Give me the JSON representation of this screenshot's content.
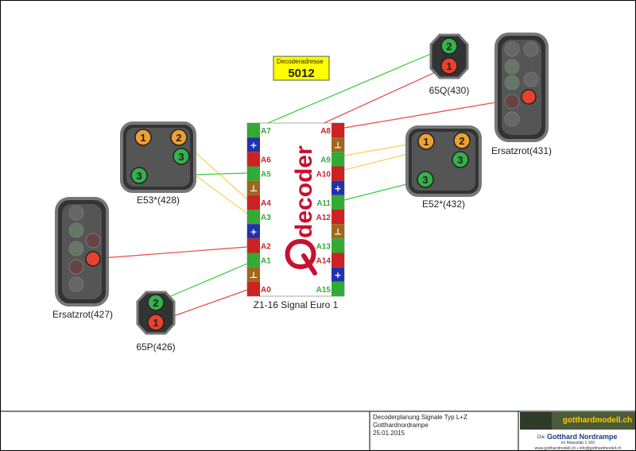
{
  "decoder": {
    "title": "Z1-16 Signal Euro 1",
    "brand": "Qdecoder",
    "address_label": "Decoderadresse",
    "address_value": "5012",
    "left_pins": [
      {
        "label": "A7",
        "kind": "output",
        "color": "#33aa33"
      },
      {
        "label": "+",
        "kind": "plus",
        "color": "#2233aa"
      },
      {
        "label": "A6",
        "kind": "output",
        "color": "#cc2222"
      },
      {
        "label": "A5",
        "kind": "output",
        "color": "#33aa33"
      },
      {
        "label": "⊥",
        "kind": "ground",
        "color": "#a0661c"
      },
      {
        "label": "A4",
        "kind": "output",
        "color": "#cc2222"
      },
      {
        "label": "A3",
        "kind": "output",
        "color": "#33aa33"
      },
      {
        "label": "+",
        "kind": "plus",
        "color": "#2233aa"
      },
      {
        "label": "A2",
        "kind": "output",
        "color": "#cc2222"
      },
      {
        "label": "A1",
        "kind": "output",
        "color": "#33aa33"
      },
      {
        "label": "⊥",
        "kind": "ground",
        "color": "#a0661c"
      },
      {
        "label": "A0",
        "kind": "output",
        "color": "#cc2222"
      }
    ],
    "right_pins": [
      {
        "label": "A8",
        "kind": "output",
        "color": "#cc2222"
      },
      {
        "label": "⊥",
        "kind": "ground",
        "color": "#a0661c"
      },
      {
        "label": "A9",
        "kind": "output",
        "color": "#33aa33"
      },
      {
        "label": "A10",
        "kind": "output",
        "color": "#cc2222"
      },
      {
        "label": "+",
        "kind": "plus",
        "color": "#2233aa"
      },
      {
        "label": "A11",
        "kind": "output",
        "color": "#33aa33"
      },
      {
        "label": "A12",
        "kind": "output",
        "color": "#cc2222"
      },
      {
        "label": "⊥",
        "kind": "ground",
        "color": "#a0661c"
      },
      {
        "label": "A13",
        "kind": "output",
        "color": "#33aa33"
      },
      {
        "label": "A14",
        "kind": "output",
        "color": "#cc2222"
      },
      {
        "label": "+",
        "kind": "plus",
        "color": "#2233aa"
      },
      {
        "label": "A15",
        "kind": "output",
        "color": "#33aa33"
      }
    ]
  },
  "signals": {
    "e53": {
      "label": "E53*(428)",
      "lamps": [
        "1",
        "2",
        "3",
        "3"
      ]
    },
    "e52": {
      "label": "E52*(432)",
      "lamps": [
        "1",
        "2",
        "3",
        "3"
      ]
    },
    "q65": {
      "label": "65Q(430)",
      "lamps": [
        "2",
        "1"
      ]
    },
    "p65": {
      "label": "65P(426)",
      "lamps": [
        "2",
        "1"
      ]
    },
    "ersatz431": {
      "label": "Ersatzrot(431)"
    },
    "ersatz427": {
      "label": "Ersatzrot(427)"
    }
  },
  "title_block": {
    "line1": "Decoderplanung Signale Typ L+Z",
    "line2": "Gotthardnordrampe",
    "line3": "25.01.2015",
    "logo_text": "gotthardmodell.ch",
    "tagline_prefix": "Die",
    "tagline_main": "Gotthard Nordrampe",
    "tagline_scale": "im Massstab 1:160",
    "contact": "www.gotthardmodell.ch  •  info@gotthardmodell.ch"
  },
  "colors": {
    "wire_green": "#33cc33",
    "wire_red": "#ee4444",
    "wire_yellow": "#ffcc55",
    "lamp_orange": "#f0a030",
    "lamp_green": "#33b24a",
    "lamp_red": "#e8422e",
    "address_bg": "#ffff00"
  }
}
